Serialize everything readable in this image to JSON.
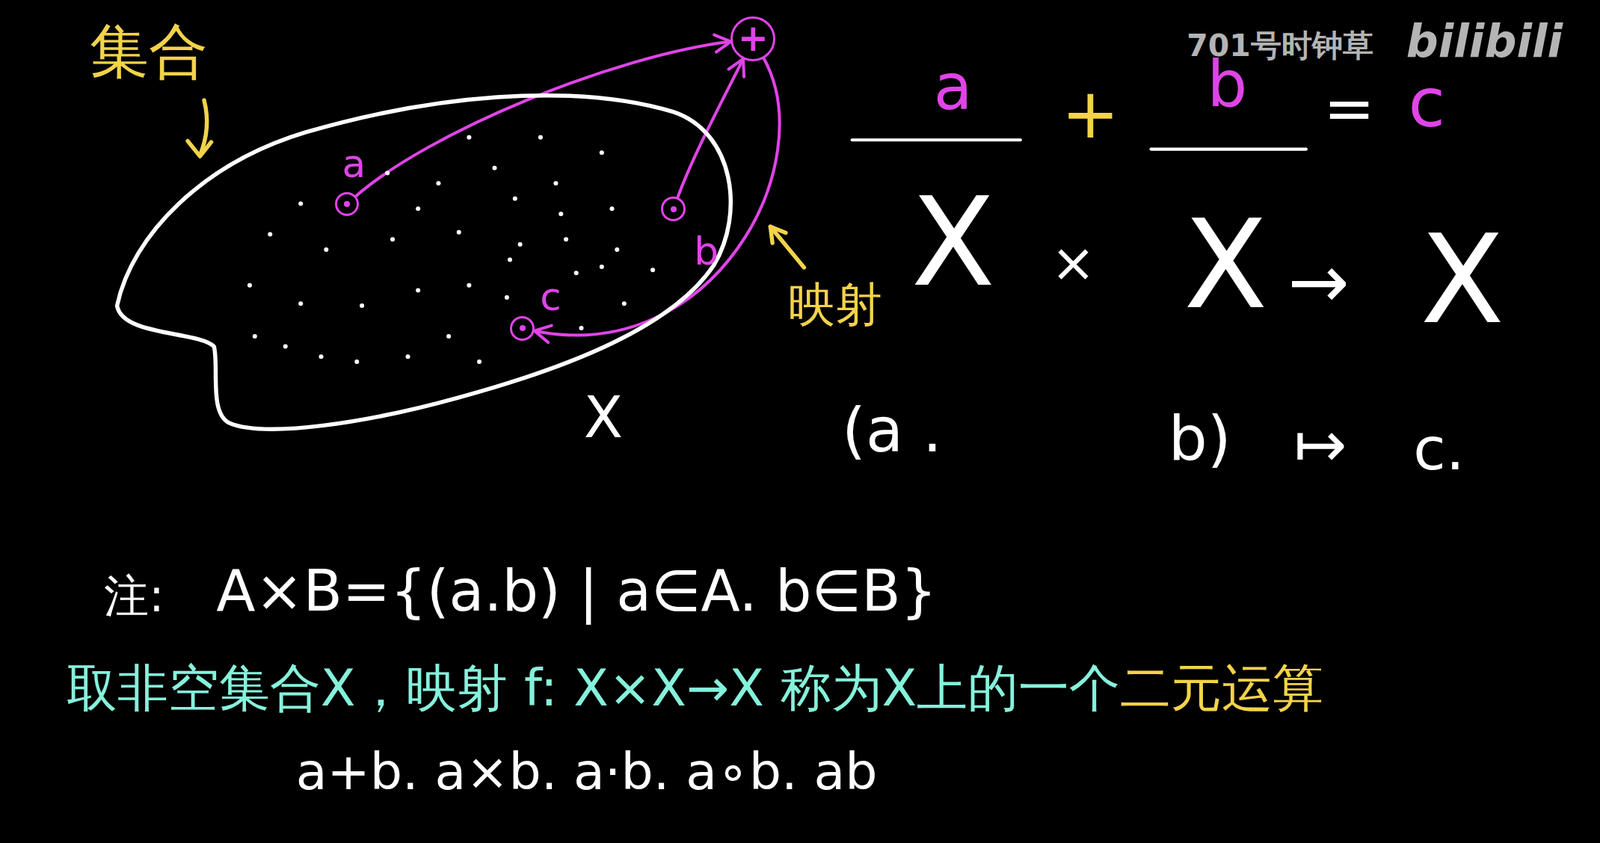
{
  "diagram": {
    "nodes": [
      {
        "text": [
          "X"
        ]
      },
      {
        "text": [
          "a"
        ],
        "in": 0
      },
      {
        "text": [
          "b"
        ],
        "in": 0
      },
      {
        "text": [
          "c"
        ],
        "in": 0
      },
      {
        "text": [
          "+"
        ]
      }
    ],
    "edges": [
      {
        "from": 1,
        "to": 4,
        "arrow": "to"
      },
      {
        "from": 2,
        "to": 4,
        "arrow": "to"
      },
      {
        "from": 4,
        "to": 3,
        "arrow": "to"
      }
    ],
    "labels": [
      "集合",
      "映射",
      "a",
      "+",
      "b",
      "=",
      "c",
      "X",
      "×",
      "X",
      "→",
      "X",
      "(a .",
      "b)",
      "↦",
      "c.",
      "注:",
      "A×B={(a.b) | a∈A. b∈B}",
      "取非空集合X，映射 f: X×X→X 称为X上的一个",
      "二元运算",
      "a+b. a×b. a·b. a∘b. ab",
      "701号时钟草",
      "bilibili"
    ]
  }
}
